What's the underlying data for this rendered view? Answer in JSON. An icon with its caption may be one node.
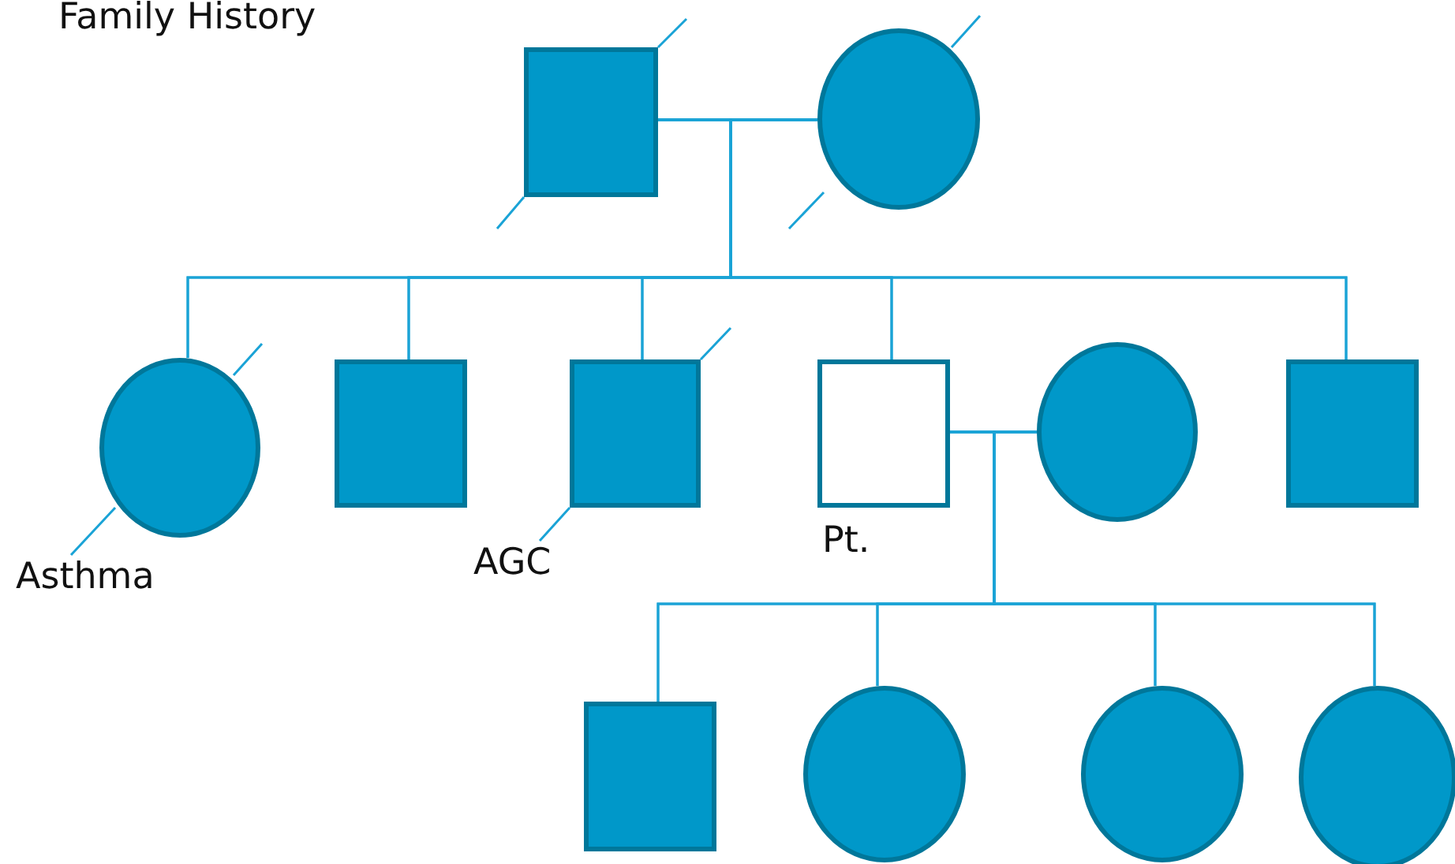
{
  "diagram": {
    "title": "Family History",
    "nodes": [
      {
        "text": [],
        "shape": "box"
      },
      {
        "text": [],
        "shape": "circle"
      },
      {
        "text": [],
        "shape": "circle",
        "beside": [
          "Asthma"
        ]
      },
      {
        "text": [],
        "shape": "box"
      },
      {
        "text": [],
        "shape": "box",
        "beside": [
          "AGC"
        ]
      },
      {
        "text": [],
        "shape": "box",
        "beside": [
          "Pt."
        ]
      },
      {
        "text": [],
        "shape": "circle"
      },
      {
        "text": [],
        "shape": "box"
      },
      {
        "text": [],
        "shape": "box"
      },
      {
        "text": [],
        "shape": "circle"
      },
      {
        "text": [],
        "shape": "circle"
      },
      {
        "text": [],
        "shape": "circle"
      }
    ],
    "edges": [
      {
        "from": 0,
        "to": 1,
        "arrow": "none"
      },
      {
        "from": 0,
        "to": 2,
        "arrow": "none"
      },
      {
        "from": 1,
        "to": 2,
        "arrow": "none"
      },
      {
        "from": 0,
        "to": 3,
        "arrow": "none"
      },
      {
        "from": 1,
        "to": 3,
        "arrow": "none"
      },
      {
        "from": 0,
        "to": 4,
        "arrow": "none"
      },
      {
        "from": 1,
        "to": 4,
        "arrow": "none"
      },
      {
        "from": 0,
        "to": 5,
        "arrow": "none"
      },
      {
        "from": 1,
        "to": 5,
        "arrow": "none"
      },
      {
        "from": 0,
        "to": 7,
        "arrow": "none"
      },
      {
        "from": 1,
        "to": 7,
        "arrow": "none"
      },
      {
        "from": 5,
        "to": 6,
        "arrow": "none"
      },
      {
        "from": 5,
        "to": 8,
        "arrow": "none"
      },
      {
        "from": 6,
        "to": 8,
        "arrow": "none"
      },
      {
        "from": 5,
        "to": 9,
        "arrow": "none"
      },
      {
        "from": 6,
        "to": 9,
        "arrow": "none"
      },
      {
        "from": 5,
        "to": 10,
        "arrow": "none"
      },
      {
        "from": 6,
        "to": 10,
        "arrow": "none"
      },
      {
        "from": 5,
        "to": 11,
        "arrow": "none"
      },
      {
        "from": 6,
        "to": 11,
        "arrow": "none"
      }
    ]
  }
}
